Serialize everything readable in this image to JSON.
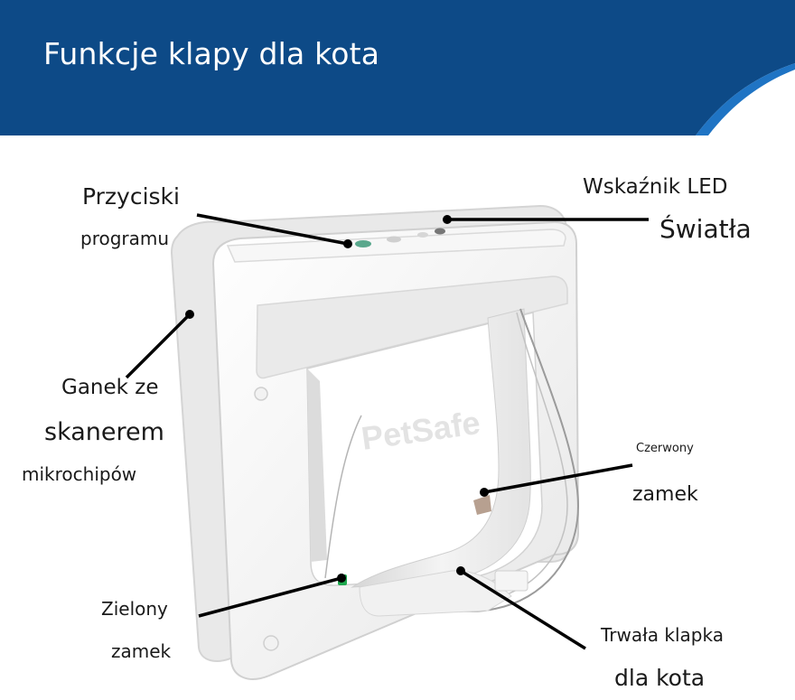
{
  "header": {
    "title": "Funkcje klapy dla kota"
  },
  "colors": {
    "banner": "#0d4a87",
    "banner_accent": "#1f74c4",
    "door_body": "#f1f1f1",
    "door_edge": "#d9d9d9",
    "leader_line": "#000000"
  },
  "watermark": {
    "text": "PetSafe"
  },
  "labels": {
    "program_buttons": [
      "Przyciski",
      "programu"
    ],
    "led_indicator": [
      "Wskaźnik LED",
      "Światła"
    ],
    "scanner_tunnel": [
      "Ganek ze",
      "skanerem",
      "mikrochipów"
    ],
    "red_lock": [
      "Czerwony",
      "zamek"
    ],
    "green_lock": [
      "Zielony",
      "zamek"
    ],
    "durable_flap": [
      "Trwała klapka",
      "dla kota"
    ]
  }
}
